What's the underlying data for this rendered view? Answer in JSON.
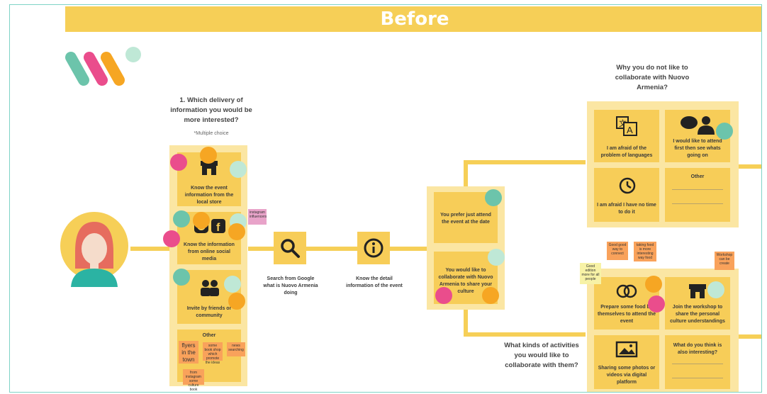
{
  "banner": {
    "title": "Before"
  },
  "left_question": {
    "title": "1. Which delivery of information you would be more interested?",
    "note": "*Multiple choice",
    "options": [
      "Know the event information from the local store",
      "Know the information from online social media",
      "Invite by friends or community",
      "Other"
    ],
    "other_notes": [
      "flyers in the town",
      "some book shop which promote the ideas",
      "news searching",
      "from instagram some culture book events"
    ],
    "social_note": "instagram influencers"
  },
  "steps": [
    {
      "label": "Search from Google what is Nuovo Armenia doing",
      "icon": "search-icon"
    },
    {
      "label": "Know the detail information of the event",
      "icon": "info-icon"
    }
  ],
  "middle_options": [
    "You prefer just attend the event at the date",
    "You would like to collaborate with Nuovo Armenia to share your culture"
  ],
  "why_not": {
    "title": "Why you do not like to collaborate with Nuovo Armenia?",
    "options": [
      "I am afraid of the problem of languages",
      "I would like to attend first then see whats going on",
      "I am afraid I have no time to do it",
      "Other"
    ]
  },
  "activities": {
    "title": "What kinds of activities you would like to collaborate with them?",
    "options": [
      "Prepare some food by themselves to attend the event",
      "Join the workshop to share the personal culture understandings",
      "Sharing some photos or videos via digital platform",
      "What do you think is also interesting?"
    ],
    "notes": [
      "Good good way to connect",
      "taking food is more interesting way food",
      "Good edition more for all people",
      "Workshop can be create"
    ]
  },
  "colors": {
    "yellow": "#f6cf57",
    "card": "#f7cd58",
    "panel": "#fbe6a3",
    "pink": "#ea4d8c",
    "orange": "#f6a623",
    "teal": "#6cc4ab"
  }
}
